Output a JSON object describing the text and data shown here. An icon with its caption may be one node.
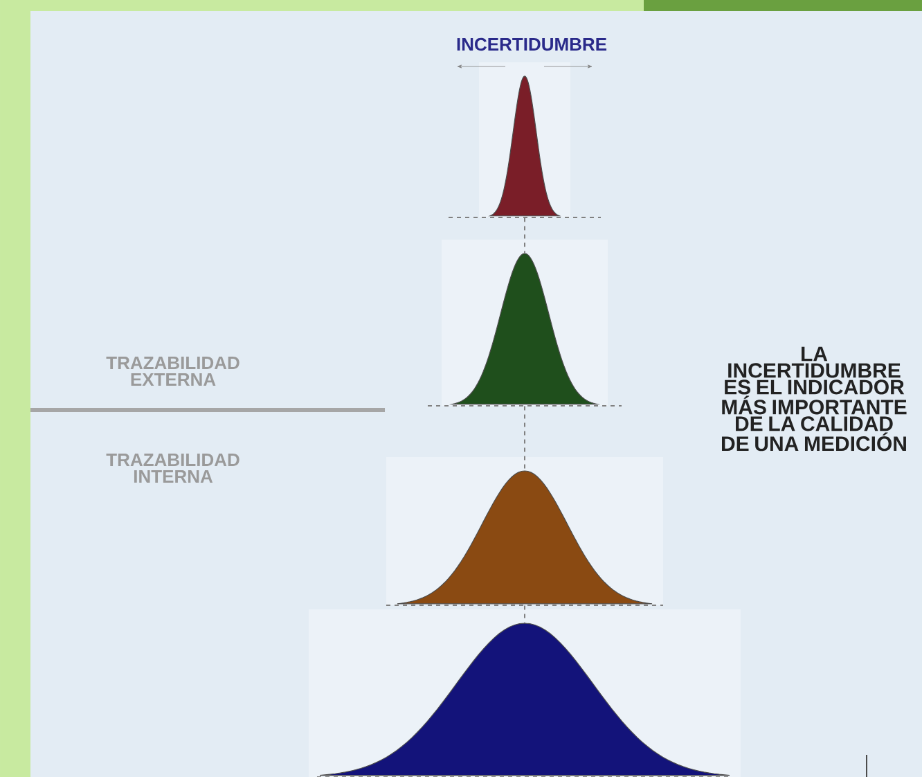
{
  "diagram": {
    "nodes": [
      {
        "text": [],
        "shape": "curve"
      },
      {
        "text": [],
        "shape": "curve"
      },
      {
        "text": [],
        "shape": "curve"
      },
      {
        "text": [],
        "shape": "curve"
      }
    ],
    "edges": [
      {
        "from": 0,
        "to": 1,
        "arrow": "none",
        "style": "dashed"
      },
      {
        "from": 1,
        "to": 2,
        "arrow": "none",
        "style": "dashed"
      },
      {
        "from": 2,
        "to": 3,
        "arrow": "none",
        "style": "dashed"
      }
    ],
    "labels": [
      "INCERTIDUMBRE",
      "LA INCERTIDUMBRE ES EL INDICADOR MÁS IMPORTANTE DE LA CALIDAD DE UNA MEDICIÓN",
      "TRAZABILIDAD EXTERNA",
      "TRAZABILIDAD INTERNA"
    ]
  }
}
